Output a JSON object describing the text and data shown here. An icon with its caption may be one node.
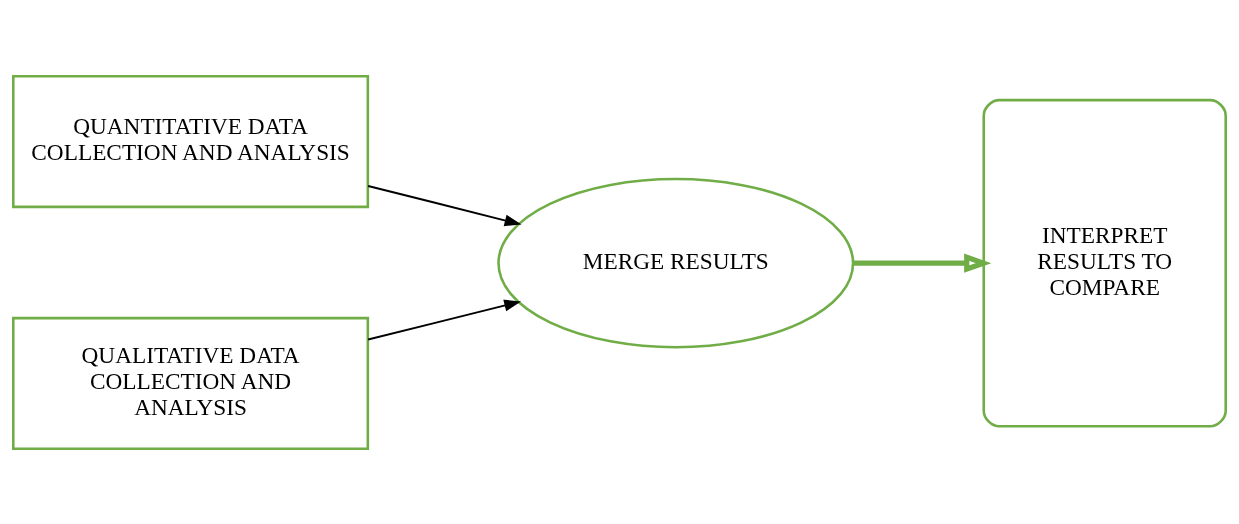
{
  "diagram": {
    "nodes": [
      {
        "text": [
          "QUANTITATIVE DATA COLLECTION AND ANALYSIS"
        ]
      },
      {
        "text": [
          "QUALITATIVE DATA COLLECTION AND ANALYSIS"
        ]
      },
      {
        "text": [
          "MERGE RESULTS"
        ]
      },
      {
        "text": [
          "INTERPRET RESULTS TO COMPARE"
        ]
      }
    ],
    "edges": [
      {
        "from": 0,
        "to": 2,
        "arrow": "to"
      },
      {
        "from": 1,
        "to": 2,
        "arrow": "to"
      },
      {
        "from": 2,
        "to": 3,
        "arrow": "to",
        "style": "thick",
        "color": "#70ad47"
      }
    ]
  }
}
